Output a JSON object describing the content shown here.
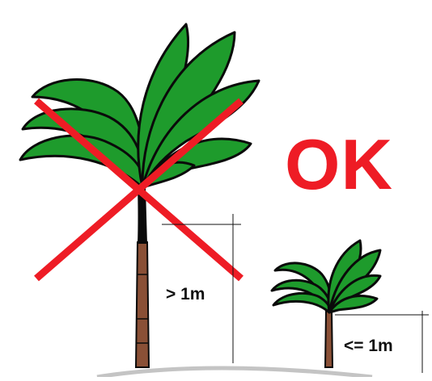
{
  "labels": {
    "ok": "OK",
    "tall_height": "> 1m",
    "short_height": "<= 1m"
  },
  "colors": {
    "leaf_fill": "#1e9b2c",
    "leaf_outline": "#0a0a0a",
    "trunk_fill": "#8a5036",
    "cross": "#ee1c25",
    "ok_text": "#ee1c25",
    "ground": "#c4c4c4",
    "measure_line": "#111111"
  },
  "icons": {
    "tall_palm": "palm-tree-icon",
    "short_palm": "palm-tree-icon",
    "cross": "cross-mark-icon"
  }
}
